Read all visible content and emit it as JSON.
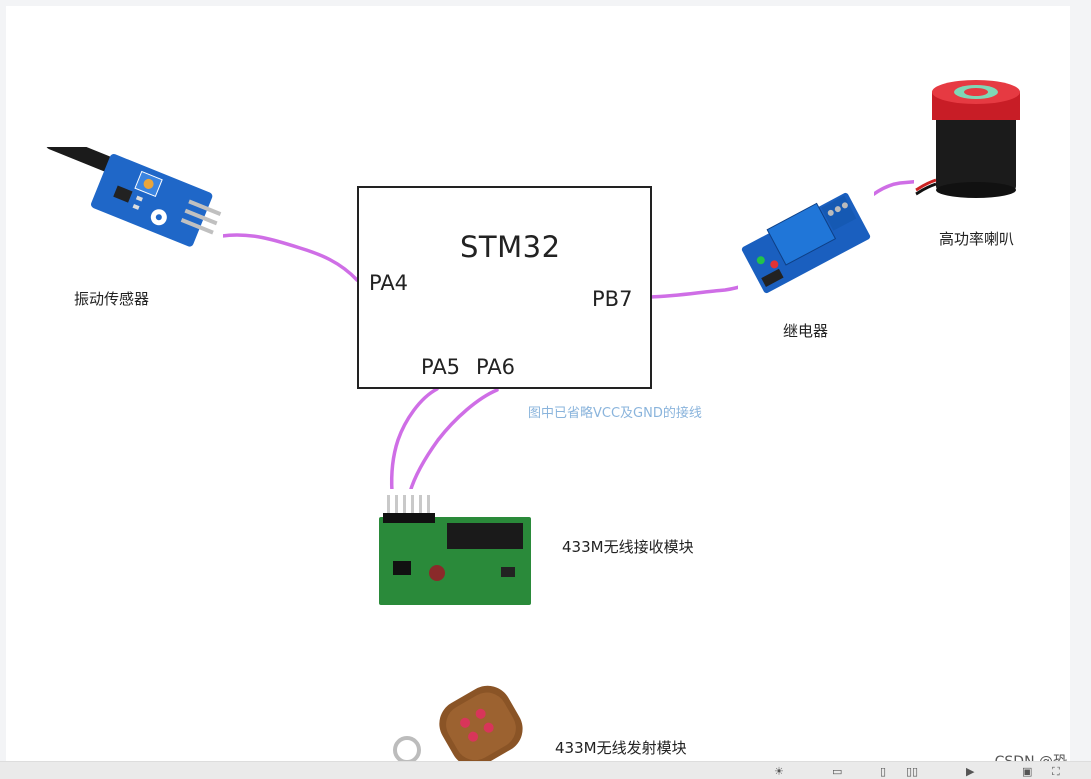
{
  "mcu": {
    "title": "STM32"
  },
  "pins": {
    "pa4": "PA4",
    "pb7": "PB7",
    "pa5": "PA5",
    "pa6": "PA6"
  },
  "components": {
    "vibration_sensor": "振动传感器",
    "relay": "继电器",
    "speaker": "高功率喇叭",
    "rf_receiver": "433M无线接收模块",
    "rf_transmitter": "433M无线发射模块"
  },
  "note": "图中已省略VCC及GND的接线",
  "watermark": "CSDN @恐。",
  "colors": {
    "wire": "#cf6ee6",
    "note": "#8ab4dc",
    "border": "#222222"
  }
}
